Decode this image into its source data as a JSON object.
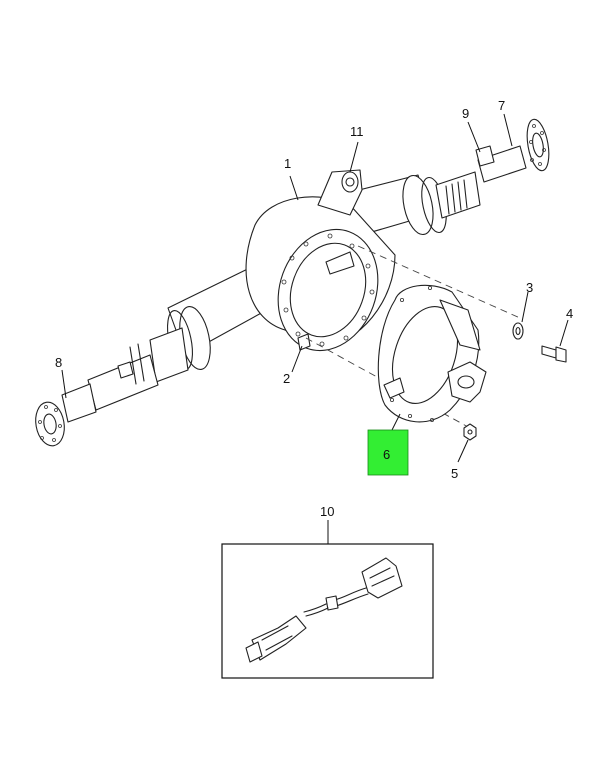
{
  "callouts": {
    "c1": "1",
    "c2": "2",
    "c3": "3",
    "c4": "4",
    "c5": "5",
    "c6": "6",
    "c7": "7",
    "c8": "8",
    "c9": "9",
    "c10": "10",
    "c11": "11"
  },
  "highlight": {
    "callout": "6",
    "color": "#33ee33"
  },
  "colors": {
    "line": "#222222",
    "background": "#ffffff"
  }
}
